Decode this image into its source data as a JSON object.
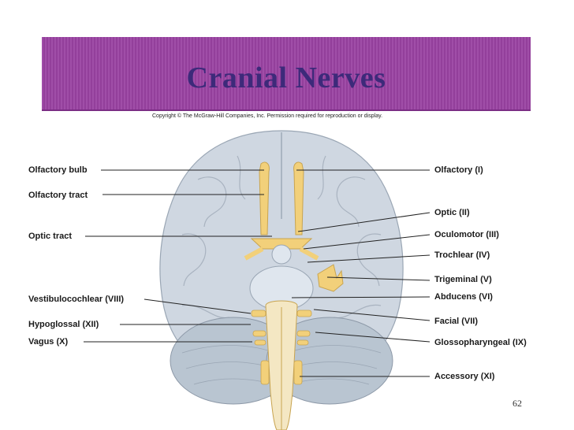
{
  "slide": {
    "title": "Cranial Nerves",
    "copyright": "Copyright © The McGraw-Hill Companies, Inc. Permission required for reproduction or display.",
    "page_number": "62"
  },
  "labels_left": [
    "Olfactory bulb",
    "Olfactory tract",
    "Optic tract",
    "Vestibulocochlear (VIII)",
    "Hypoglossal (XII)",
    "Vagus (X)"
  ],
  "labels_right": [
    "Olfactory (I)",
    "Optic (II)",
    "Oculomotor (III)",
    "Trochlear (IV)",
    "Trigeminal (V)",
    "Abducens (VI)",
    "Facial (VII)",
    "Glossopharyngeal (IX)",
    "Accessory (XI)"
  ],
  "colors": {
    "banner": "#a04ea8",
    "title": "#3d2a7a",
    "nerve": "#f2d07a",
    "brain": "#cdd6e0"
  }
}
